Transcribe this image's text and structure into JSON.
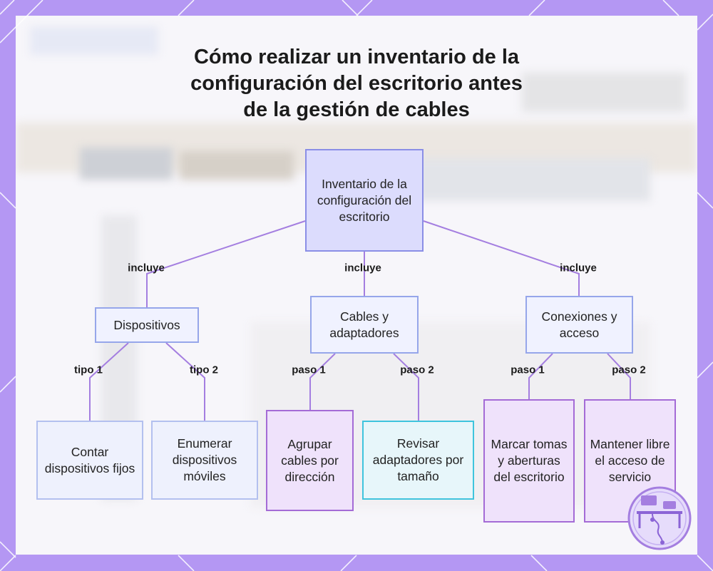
{
  "title_lines": [
    "Cómo realizar un inventario de la",
    "configuración del escritorio antes",
    "de la gestión de cables"
  ],
  "nodes": {
    "root": "Inventario de la configuración del escritorio",
    "devices": "Dispositivos",
    "cables": "Cables y adaptadores",
    "connections": "Conexiones y acceso",
    "count_fixed": "Contar dispositivos fijos",
    "list_mobile": "Enumerar dispositivos móviles",
    "group_cables": "Agrupar cables por dirección",
    "check_adapters": "Revisar adaptadores por tamaño",
    "mark_outlets": "Marcar tomas y aberturas del escritorio",
    "keep_access": "Mantener libre el acceso de servicio"
  },
  "edge_labels": {
    "includes_1": "incluye",
    "includes_2": "incluye",
    "includes_3": "incluye",
    "type_1": "tipo 1",
    "type_2": "tipo 2",
    "step_1a": "paso 1",
    "step_2a": "paso 2",
    "step_1b": "paso 1",
    "step_2b": "paso 2"
  },
  "colors": {
    "frame": "#b497f3",
    "edge": "#a47ee0",
    "root_fill": "#dcdcfd",
    "violet_border": "#a46bd6",
    "cyan_border": "#3fc4dd"
  }
}
